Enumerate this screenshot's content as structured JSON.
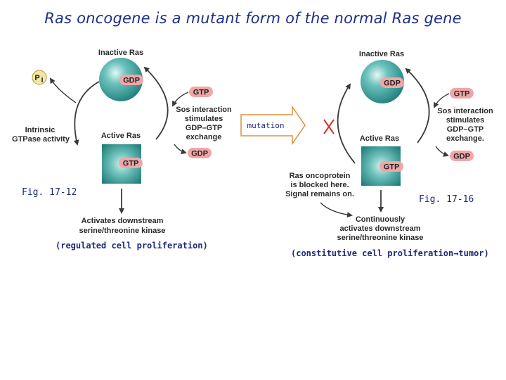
{
  "title": "Ras oncogene is a mutant form of the normal Ras gene",
  "colors": {
    "ras_teal": "#2f9a97",
    "pill_pink": "#f0a6a8",
    "title_blue": "#1d2f8c",
    "arrow": "#3a3a3a",
    "mutation_arrow_border": "#e0903a",
    "block_x": "#d0342c"
  },
  "left": {
    "inactive_ras": "Inactive Ras",
    "gdp_on_inactive": "GDP",
    "pi_symbol": "P",
    "pi_subscript": "i",
    "intrinsic_line1": "Intrinsic",
    "intrinsic_line2": "GTPase activity",
    "active_ras": "Active Ras",
    "gtp_on_active": "GTP",
    "gtp_incoming": "GTP",
    "gdp_outgoing": "GDP",
    "sos_lines": [
      "Sos interaction",
      "stimulates",
      "GDP–GTP",
      "exchange"
    ],
    "downstream_lines": [
      "Activates downstream",
      "serine/threonine kinase"
    ],
    "fig_caption": "Fig. 17-12",
    "note": "(regulated cell proliferation)"
  },
  "mutation_label": "mutation",
  "right": {
    "inactive_ras": "Inactive Ras",
    "gdp_on_inactive": "GDP",
    "active_ras": "Active Ras",
    "gtp_on_active": "GTP",
    "gtp_incoming": "GTP",
    "gdp_outgoing": "GDP",
    "sos_lines": [
      "Sos interaction",
      "stimulates",
      "GDP–GTP",
      "exchange."
    ],
    "oncoprotein_lines": [
      "Ras oncoprotein",
      "is blocked here.",
      "Signal remains on."
    ],
    "downstream_lines": [
      "Continuously",
      "activates downstream",
      "serine/threonine kinase"
    ],
    "fig_caption": "Fig. 17-16",
    "note": "(constitutive cell proliferation→tumor)"
  }
}
